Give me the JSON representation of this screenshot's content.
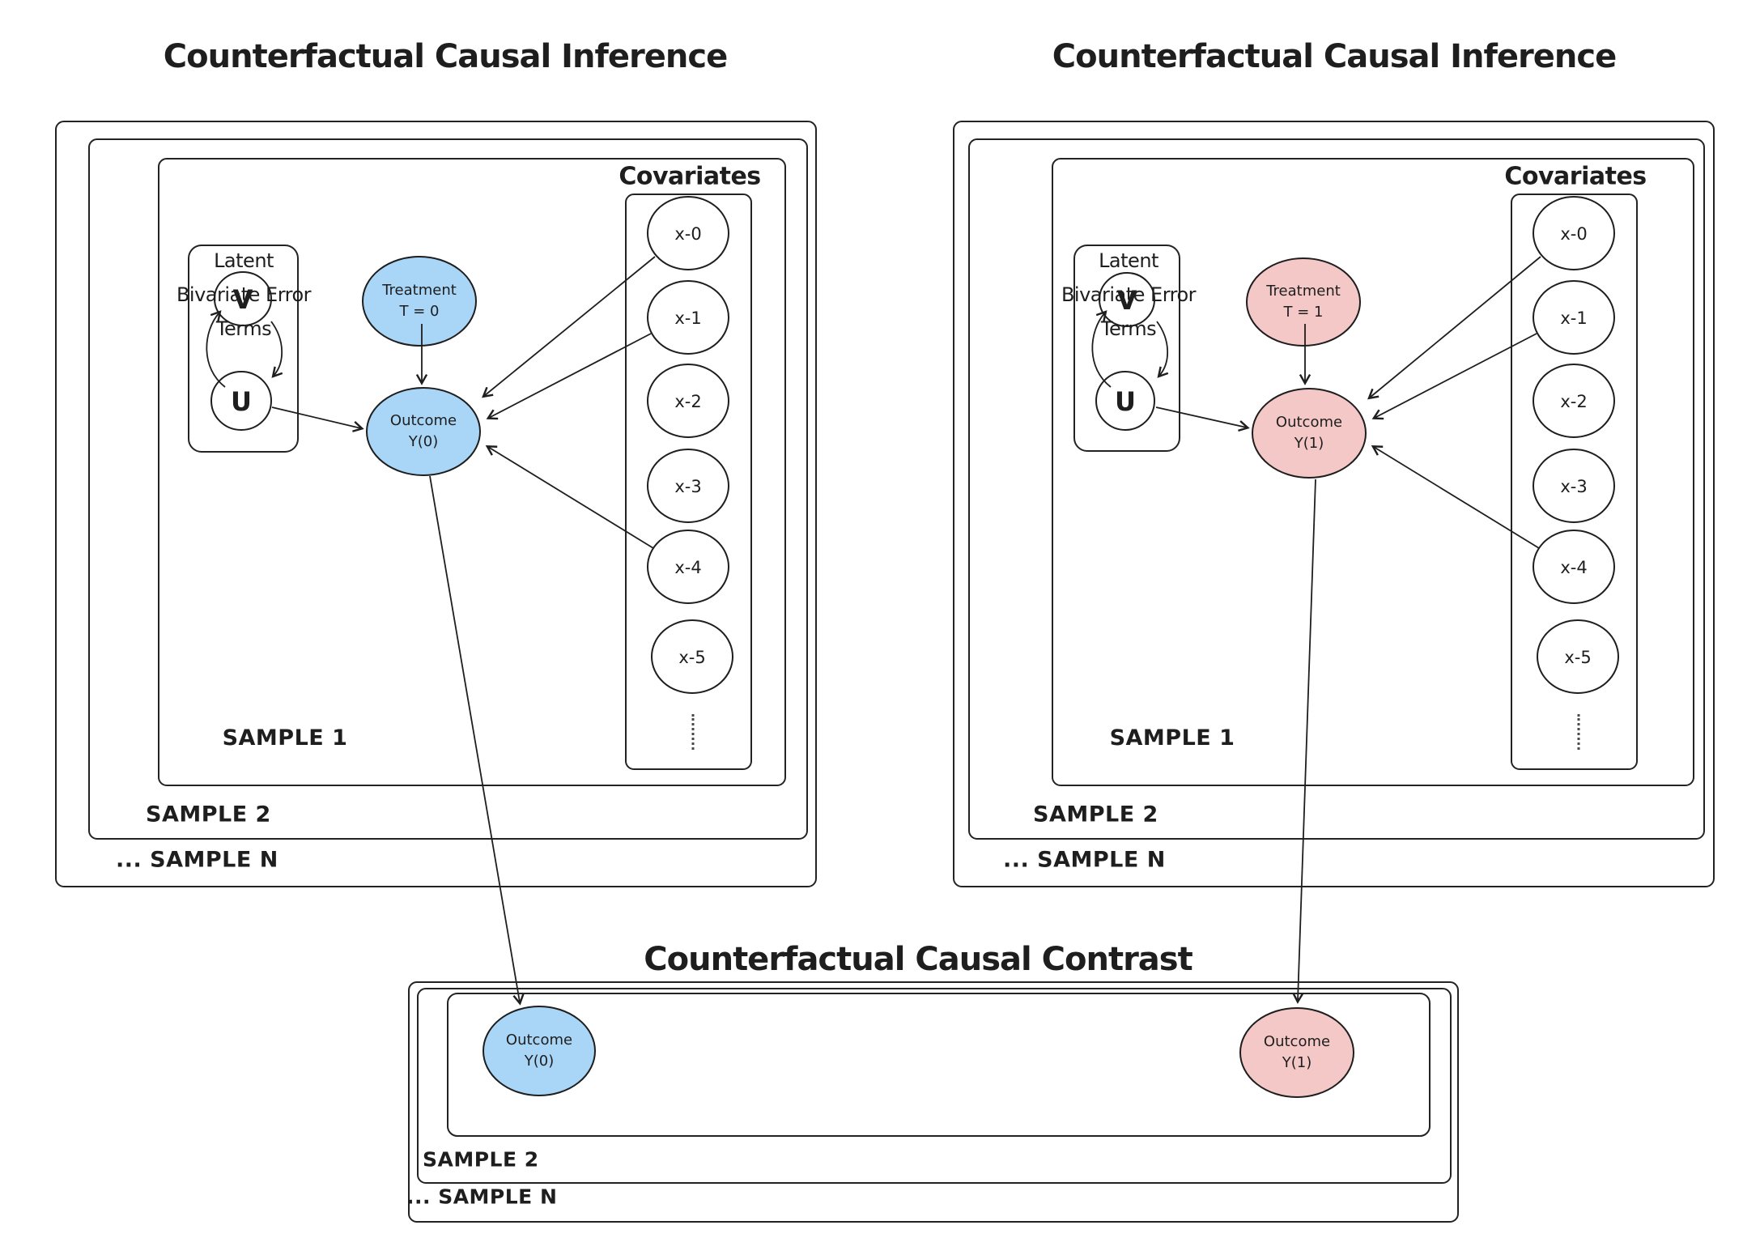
{
  "colors": {
    "stroke": "#1e1e1e",
    "control_fill": "#a9d6f7",
    "treated_fill": "#f5c8c8",
    "background": "#ffffff"
  },
  "left": {
    "title": "Counterfactual Causal Inference",
    "latent_line1": "Latent",
    "latent_line2": "Bivariate Error",
    "latent_line3": "Terms",
    "v": "V",
    "u": "U",
    "treatment_line1": "Treatment",
    "treatment_line2": "T = 0",
    "outcome_line1": "Outcome",
    "outcome_line2": "Y(0)",
    "covariates_title": "Covariates",
    "covariates": [
      "x-0",
      "x-1",
      "x-2",
      "x-3",
      "x-4",
      "x-5"
    ],
    "sample1": "SAMPLE 1",
    "sample2": "SAMPLE 2",
    "sample_n": "... SAMPLE N"
  },
  "right": {
    "title": "Counterfactual Causal Inference",
    "latent_line1": "Latent",
    "latent_line2": "Bivariate Error",
    "latent_line3": "Terms",
    "v": "V",
    "u": "U",
    "treatment_line1": "Treatment",
    "treatment_line2": "T = 1",
    "outcome_line1": "Outcome",
    "outcome_line2": "Y(1)",
    "covariates_title": "Covariates",
    "covariates": [
      "x-0",
      "x-1",
      "x-2",
      "x-3",
      "x-4",
      "x-5"
    ],
    "sample1": "SAMPLE 1",
    "sample2": "SAMPLE 2",
    "sample_n": "... SAMPLE N"
  },
  "contrast": {
    "title": "Counterfactual Causal Contrast",
    "outcome_control_line1": "Outcome",
    "outcome_control_line2": "Y(0)",
    "outcome_treated_line1": "Outcome",
    "outcome_treated_line2": "Y(1)",
    "sample2": "SAMPLE 2",
    "sample_n": "... SAMPLE N"
  }
}
